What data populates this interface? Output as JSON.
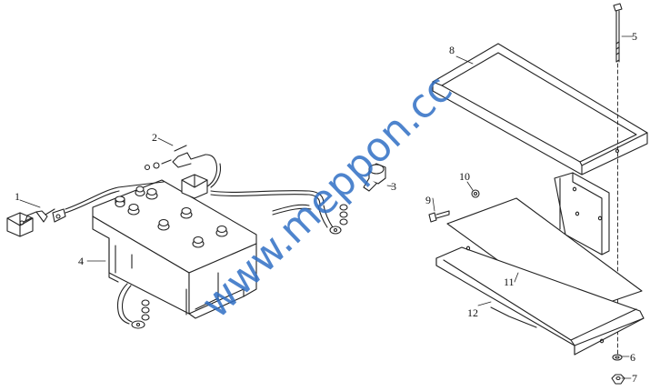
{
  "watermark": "www.meppon.cc",
  "callouts": [
    "1",
    "2",
    "3",
    "4",
    "5",
    "6",
    "7",
    "8",
    "9",
    "10",
    "11",
    "12"
  ],
  "colors": {
    "line": "#222222",
    "watermark": "#2f6fc4",
    "background": "#ffffff"
  }
}
